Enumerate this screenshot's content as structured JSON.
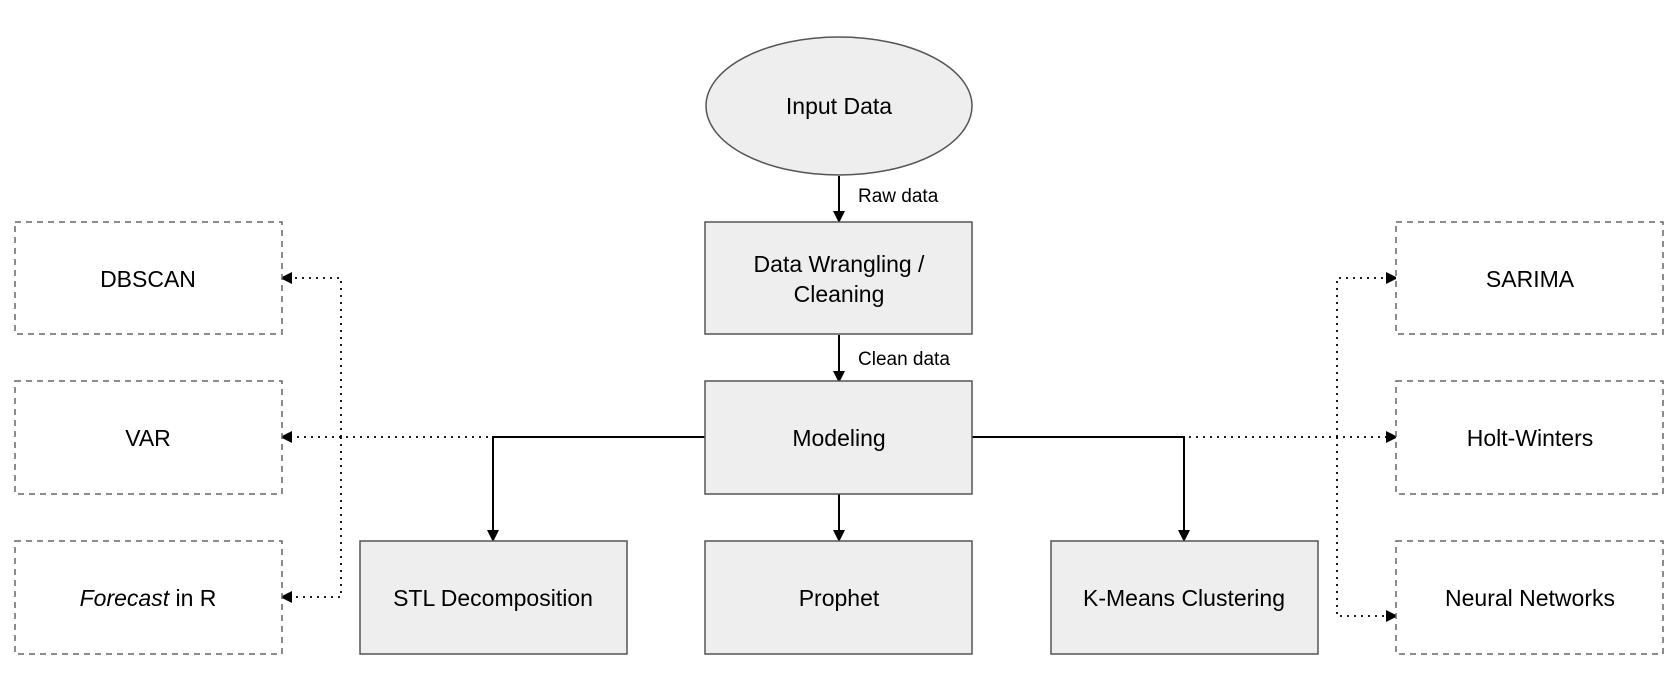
{
  "colors": {
    "node_fill": "#eeeeee",
    "node_stroke": "#555555",
    "dashed_stroke": "#666666",
    "edge": "#000000",
    "background": "#ffffff"
  },
  "nodes": {
    "input": {
      "label": "Input Data"
    },
    "wrangling": {
      "line1": "Data Wrangling /",
      "line2": "Cleaning"
    },
    "modeling": {
      "label": "Modeling"
    },
    "stl": {
      "label": "STL Decomposition"
    },
    "prophet": {
      "label": "Prophet"
    },
    "kmeans": {
      "label": "K-Means Clustering"
    },
    "dbscan": {
      "label": "DBSCAN"
    },
    "var": {
      "label": "VAR"
    },
    "forecast": {
      "italic": "Forecast",
      "rest": " in R"
    },
    "sarima": {
      "label": "SARIMA"
    },
    "holtwinters": {
      "label": "Holt-Winters"
    },
    "neuralnets": {
      "label": "Neural Networks"
    }
  },
  "edges": {
    "raw": "Raw data",
    "clean": "Clean data"
  }
}
